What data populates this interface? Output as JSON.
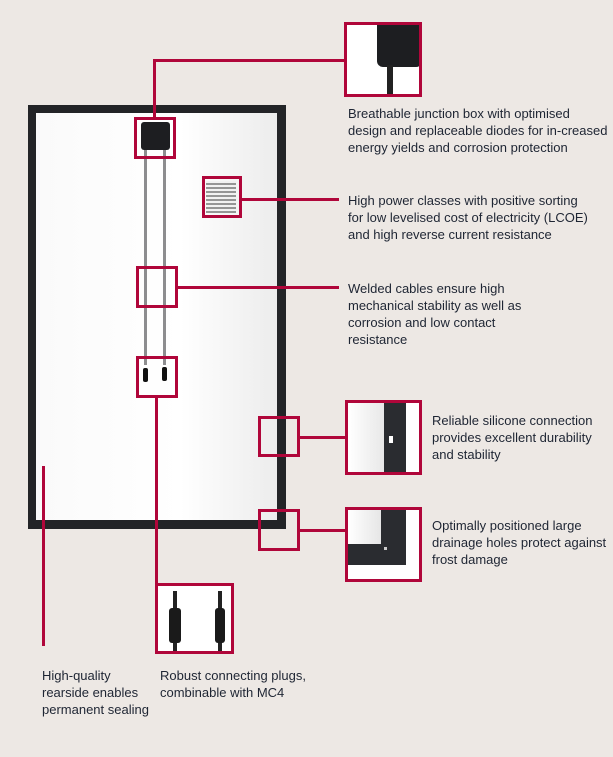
{
  "title": "Solar module rearside features",
  "accent_color": "#b0063a",
  "callouts": {
    "junction_box": "Breathable junction box with optimised design and replaceable diodes for in-creased energy yields and corrosion protection",
    "power_classes": "High power classes with positive sorting for low levelised cost of electricity (LCOE) and high reverse current resistance",
    "welded_cables": "Welded cables ensure high mechanical stability as well as corrosion and low contact resistance",
    "silicone": "Reliable silicone connection provides excellent durability and stability",
    "drainage": "Optimally positioned large drainage holes protect against frost damage",
    "rearside": "High-quality rearside enables permanent sealing",
    "plugs": "Robust connecting plugs, combinable with MC4"
  }
}
